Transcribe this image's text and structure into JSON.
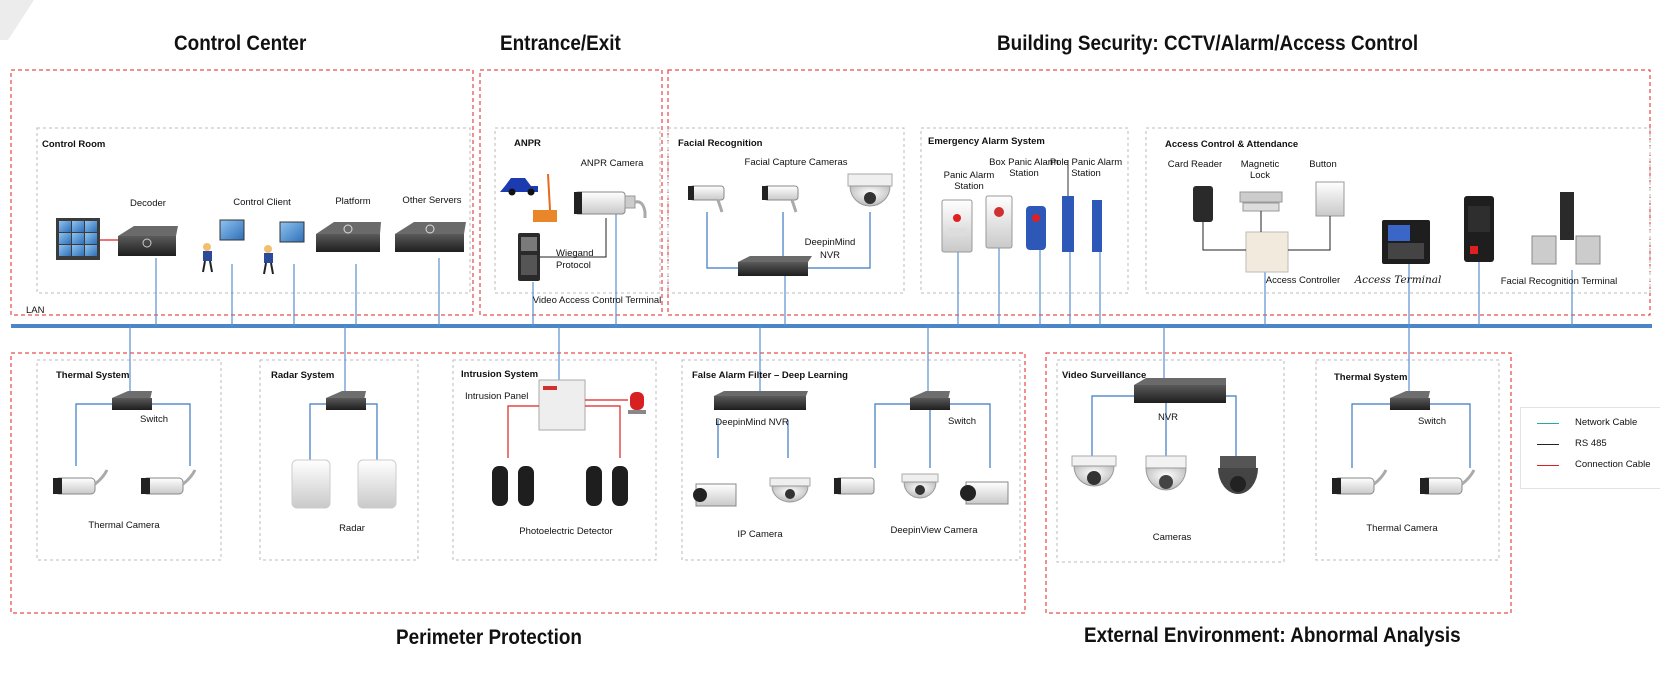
{
  "section_titles": {
    "control_center": "Control Center",
    "entrance_exit": "Entrance/Exit",
    "building_security": "Building Security: CCTV/Alarm/Access Control",
    "perimeter_protection": "Perimeter Protection",
    "external_environment": "External Environment: Abnormal Analysis"
  },
  "control_room": {
    "title": "Control Room",
    "decoder": "Decoder",
    "control_client": "Control Client",
    "platform": "Platform",
    "other_servers": "Other Servers"
  },
  "lan_label": "LAN",
  "anpr": {
    "title": "ANPR",
    "camera": "ANPR Camera",
    "wiegand_1": "Wiegand",
    "wiegand_2": "Protocol",
    "terminal": "Video Access Control Terminal"
  },
  "facial": {
    "title": "Facial Recognition",
    "cameras": "Facial Capture Cameras",
    "nvr_1": "DeepinMind",
    "nvr_2": "NVR"
  },
  "emergency": {
    "title": "Emergency Alarm System",
    "panic_station": "Panic Alarm Station",
    "box_station": "Box Panic Alarm Station",
    "pole_station": "Pole Panic Alarm Station"
  },
  "access": {
    "title": "Access Control & Attendance",
    "card_reader": "Card Reader",
    "magnetic_lock": "Magnetic Lock",
    "button": "Button",
    "controller": "Access Controller",
    "terminal": "Access Terminal",
    "facial_terminal": "Facial Recognition Terminal"
  },
  "thermal_left": {
    "title": "Thermal System",
    "switch": "Switch",
    "camera": "Thermal Camera"
  },
  "radar": {
    "title": "Radar  System",
    "device": "Radar"
  },
  "intrusion": {
    "title": "Intrusion System",
    "panel": "Intrusion Panel",
    "detector": "Photoelectric Detector"
  },
  "false_alarm": {
    "title": "False Alarm Filter  – Deep Learning",
    "nvr": "DeepinMind NVR",
    "switch": "Switch",
    "ip_camera": "IP Camera",
    "deepinview": "DeepinView Camera"
  },
  "video_surveillance": {
    "title": "Video Surveillance",
    "nvr": "NVR",
    "cameras": "Cameras"
  },
  "thermal_right": {
    "title": "Thermal System",
    "switch": "Switch",
    "camera": "Thermal Camera"
  },
  "legend": {
    "items": [
      {
        "label": "Network Cable",
        "color": "#2aa89a"
      },
      {
        "label": "RS 485",
        "color": "#222222"
      },
      {
        "label": "Connection Cable",
        "color": "#e02020"
      }
    ]
  },
  "colors": {
    "dashed_red": "#e02020",
    "dashed_grey": "#bbbbbb",
    "lan_blue": "#4a86c8",
    "link_blue": "#3a78c0"
  }
}
